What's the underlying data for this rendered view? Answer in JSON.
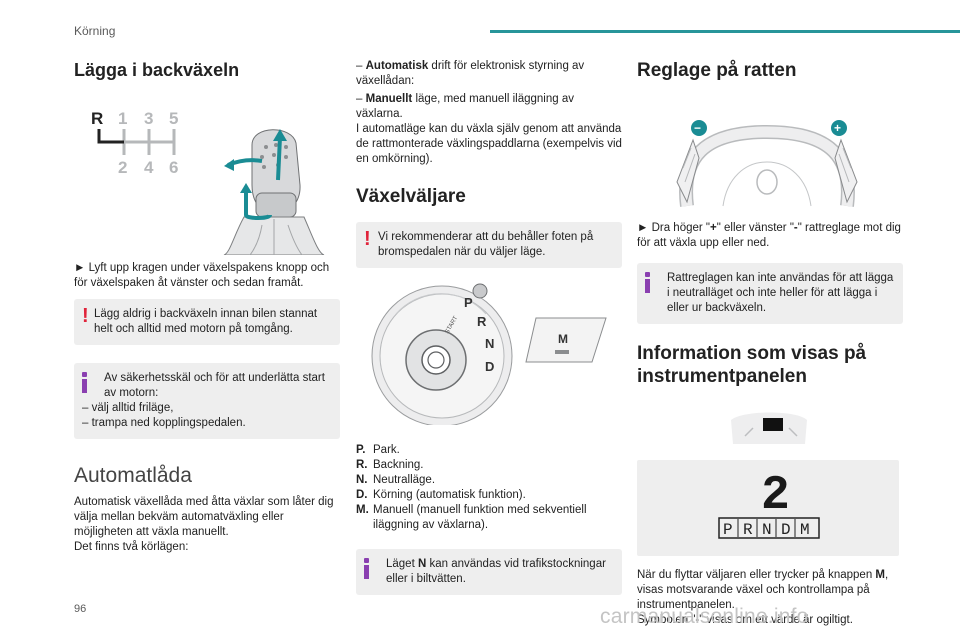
{
  "header": {
    "section": "Körning",
    "accent_color": "#27959a"
  },
  "footer": {
    "page_number": "96",
    "watermark": "carmanualsonline.info"
  },
  "col1": {
    "title": "Lägga i backväxeln",
    "gear_pattern": {
      "reverse": "R",
      "top": [
        "1",
        "3",
        "5"
      ],
      "bottom": [
        "2",
        "4",
        "6"
      ]
    },
    "instruction": "► Lyft upp kragen under växelspakens knopp och för växelspaken åt vänster och sedan framåt.",
    "warning": "Lägg aldrig i backväxeln innan bilen stannat helt och alltid med motorn på tomgång.",
    "info_text": "Av säkerhetsskäl och för att underlätta start av motorn:",
    "info_items": [
      "– välj alltid friläge,",
      "– trampa ned kopplingspedalen."
    ],
    "auto_title": "Automatlåda",
    "auto_text": "Automatisk växellåda med åtta växlar som låter dig välja mellan bekväm automatväxling eller möjligheten att växla manuellt.",
    "auto_text2": "Det finns två körlägen:"
  },
  "col2": {
    "mode1_bold": "Automatisk",
    "mode1_rest": " drift för elektronisk styrning av växellådan:",
    "mode2_bold": "Manuellt",
    "mode2_rest": " läge, med manuell iläggning av växlarna.",
    "mode_note": "I automatläge kan du växla själv genom att använda de rattmonterade växlingspaddlarna (exempelvis vid en omkörning).",
    "dash": "–",
    "selector_title": "Växelväljare",
    "warning": "Vi rekommenderar att du behåller foten på bromspedalen när du väljer läge.",
    "dial_letters": [
      "P",
      "R",
      "N",
      "D"
    ],
    "dial_start": "START",
    "m_button": "M",
    "defs": [
      {
        "k": "P.",
        "v": "Park."
      },
      {
        "k": "R.",
        "v": "Backning."
      },
      {
        "k": "N.",
        "v": "Neutralläge."
      },
      {
        "k": "D.",
        "v": "Körning (automatisk funktion)."
      },
      {
        "k": "M.",
        "v": "Manuell (manuell funktion med sekventiell iläggning av växlarna)."
      }
    ],
    "info_pre": "Läget ",
    "info_bold": "N",
    "info_post": " kan användas vid trafikstockningar eller i biltvätten."
  },
  "col3": {
    "title": "Reglage på ratten",
    "minus": "−",
    "plus": "+",
    "instruction_pre": "► Dra höger \"",
    "instruction_plus": "+",
    "instruction_mid": "\" eller vänster \"",
    "instruction_minus": "-",
    "instruction_post": "\" rattreglage mot dig för att växla upp eller ned.",
    "info": "Rattreglagen kan inte användas för att lägga i neutralläget och inte heller för att lägga i eller ur backväxeln.",
    "info_title": "Information som visas på instrumentpanelen",
    "display_gear": "2",
    "display_modes": [
      "P",
      "R",
      "N",
      "D",
      "M"
    ],
    "body1_pre": "När du flyttar väljaren eller trycker på knappen ",
    "body1_bold": "M",
    "body1_post": ", visas motsvarande växel och kontrollampa på instrumentpanelen.",
    "body2": "Symbolen \"-\" visas om ett värde är ogiltigt."
  }
}
